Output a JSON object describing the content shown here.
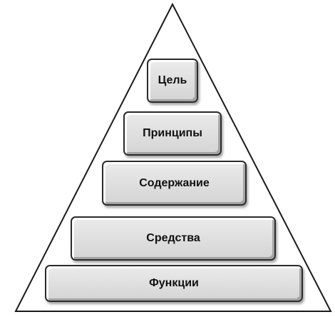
{
  "pyramid": {
    "tiers": [
      {
        "label": "Цель"
      },
      {
        "label": "Принципы"
      },
      {
        "label": "Содержание"
      },
      {
        "label": "Средства"
      },
      {
        "label": "Функции"
      }
    ]
  },
  "colors": {
    "outline": "#1a1a1a",
    "box_fill_top": "#ebebeb",
    "box_fill_bottom": "#d4d4d4",
    "text": "#111111"
  }
}
